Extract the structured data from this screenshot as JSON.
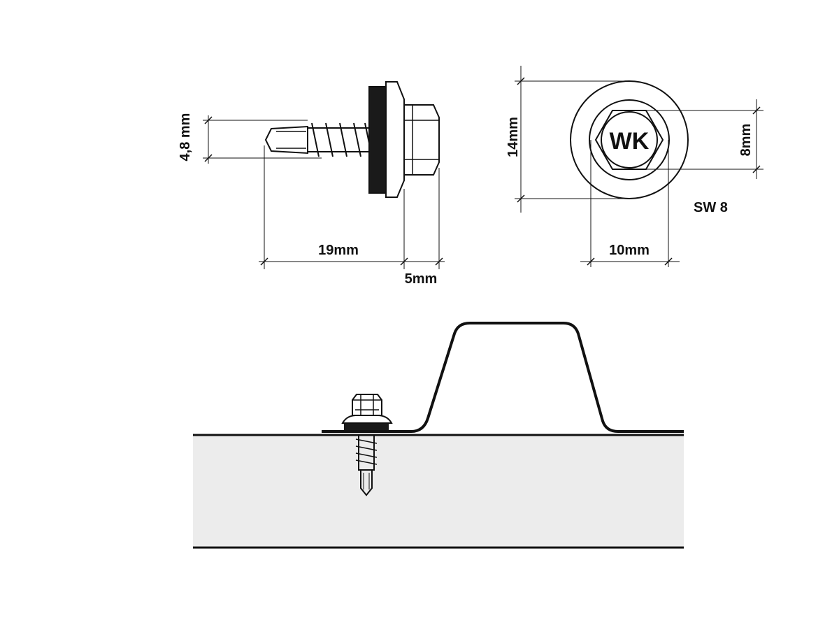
{
  "side_view": {
    "thread_diameter_label": "4,8 mm",
    "length_label": "19mm",
    "head_height_label": "5mm"
  },
  "top_view": {
    "head_marking": "WK",
    "washer_diameter_label": "14mm",
    "hex_size_label": "8mm",
    "flange_diameter_label": "10mm",
    "wrench_size_label": "SW 8"
  },
  "colors": {
    "stroke": "#111111",
    "washer_rubber": "#1a1a1a",
    "panel_fill": "#ececec"
  }
}
